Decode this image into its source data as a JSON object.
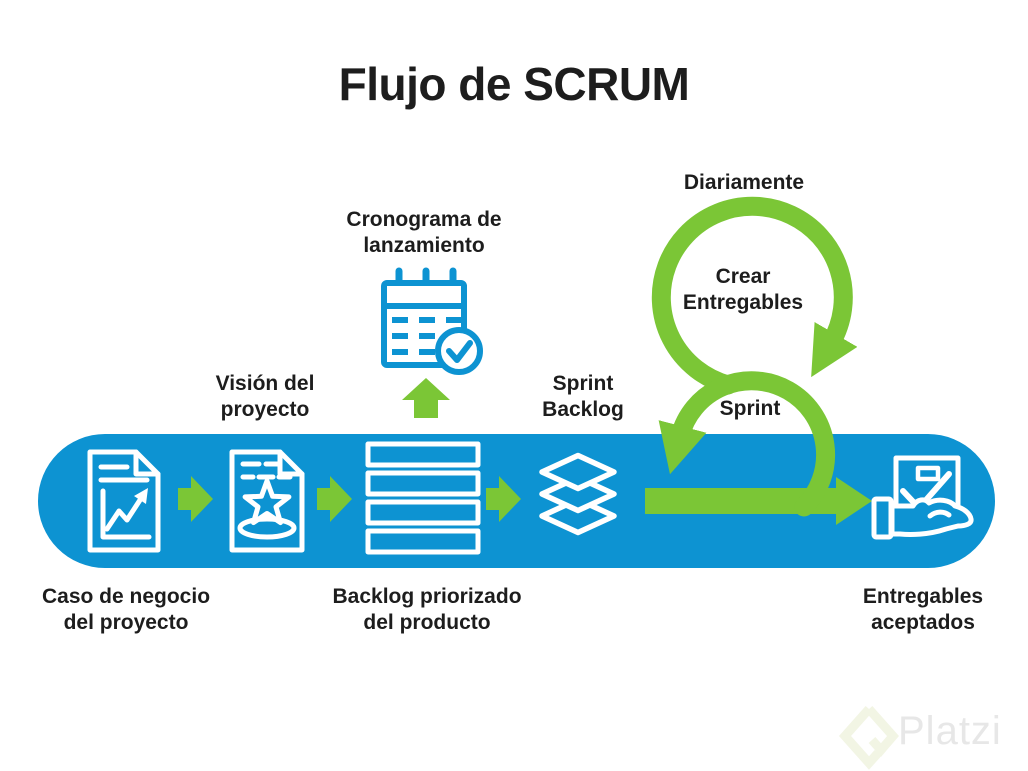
{
  "title": "Flujo de SCRUM",
  "colors": {
    "blue": "#0D93D2",
    "green": "#7BC636",
    "text": "#1D1D1D",
    "wm_text": "#E7E7E7",
    "wm_logo": "#F2F5E4"
  },
  "labels": {
    "cronograma": "Cronograma de\nlanzamiento",
    "diariamente": "Diariamente",
    "crear_entregables": "Crear\nEntregables",
    "sprint": "Sprint",
    "sprint_backlog": "Sprint\nBacklog",
    "vision": "Visión del\nproyecto",
    "caso_negocio": "Caso de negocio\ndel proyecto",
    "backlog_priorizado": "Backlog priorizado\ndel producto",
    "entregables_aceptados": "Entregables\naceptados"
  },
  "icons": {
    "business_case": "document-chart-icon",
    "project_vision": "document-star-icon",
    "product_backlog": "backlog-bars-icon",
    "sprint_backlog": "layers-icon",
    "release_schedule": "calendar-check-icon",
    "accepted_deliverables": "hand-box-check-icon",
    "step_arrows": "green-block-arrow-icon",
    "daily_loop": "daily-loop-arrow-icon",
    "sprint_loop": "sprint-loop-arrow-icon",
    "flow_arrow": "long-flow-arrow-icon"
  },
  "watermark": {
    "brand": "Platzi"
  }
}
